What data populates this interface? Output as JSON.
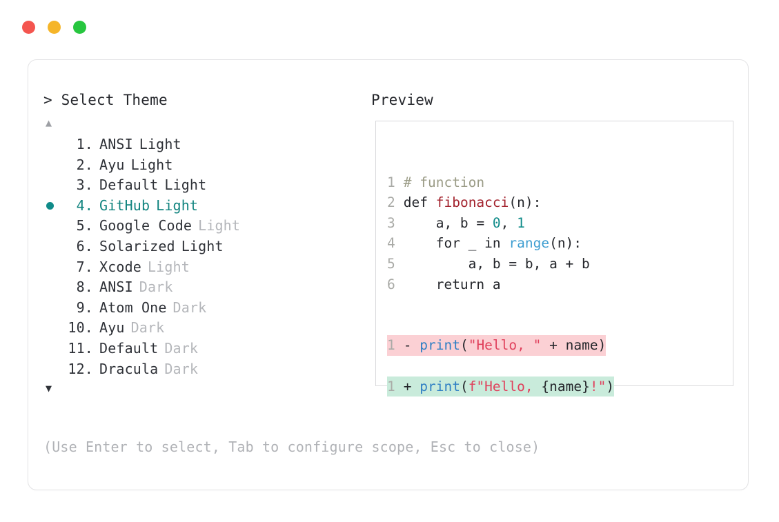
{
  "window": {
    "dots": [
      {
        "name": "close-dot",
        "color": "#f4554f"
      },
      {
        "name": "minimize-dot",
        "color": "#f5b529"
      },
      {
        "name": "maximize-dot",
        "color": "#27c63f"
      }
    ]
  },
  "header": {
    "prompt": "> Select Theme",
    "preview_label": "Preview"
  },
  "list": {
    "scroll_up_icon": "▲",
    "scroll_down_icon": "▼",
    "selected_index": 4,
    "selected_bullet": "●",
    "items": [
      {
        "index": "1.",
        "name": "ANSI",
        "suffix": "Light",
        "dim_suffix": false,
        "selected": false
      },
      {
        "index": "2.",
        "name": "Ayu",
        "suffix": "Light",
        "dim_suffix": false,
        "selected": false
      },
      {
        "index": "3.",
        "name": "Default",
        "suffix": "Light",
        "dim_suffix": false,
        "selected": false
      },
      {
        "index": "4.",
        "name": "GitHub",
        "suffix": "Light",
        "dim_suffix": false,
        "selected": true
      },
      {
        "index": "5.",
        "name": "Google Code",
        "suffix": "Light",
        "dim_suffix": true,
        "selected": false
      },
      {
        "index": "6.",
        "name": "Solarized",
        "suffix": "Light",
        "dim_suffix": false,
        "selected": false
      },
      {
        "index": "7.",
        "name": "Xcode",
        "suffix": "Light",
        "dim_suffix": true,
        "selected": false
      },
      {
        "index": "8.",
        "name": "ANSI",
        "suffix": "Dark",
        "dim_suffix": true,
        "selected": false
      },
      {
        "index": "9.",
        "name": "Atom One",
        "suffix": "Dark",
        "dim_suffix": true,
        "selected": false
      },
      {
        "index": "10.",
        "name": "Ayu",
        "suffix": "Dark",
        "dim_suffix": true,
        "selected": false
      },
      {
        "index": "11.",
        "name": "Default",
        "suffix": "Dark",
        "dim_suffix": true,
        "selected": false
      },
      {
        "index": "12.",
        "name": "Dracula",
        "suffix": "Dark",
        "dim_suffix": true,
        "selected": false
      }
    ]
  },
  "hint": "(Use Enter to select, Tab to configure scope, Esc to close)",
  "preview": {
    "code_lines": [
      {
        "ln": "1",
        "text": "# function"
      },
      {
        "ln": "2",
        "text": "def fibonacci(n):"
      },
      {
        "ln": "3",
        "text": "    a, b = 0, 1"
      },
      {
        "ln": "4",
        "text": "    for _ in range(n):"
      },
      {
        "ln": "5",
        "text": "        a, b = b, a + b"
      },
      {
        "ln": "6",
        "text": "    return a"
      }
    ],
    "diff_lines": [
      {
        "ln": "1",
        "sign": "-",
        "text": "print(\"Hello, \" + name)",
        "kind": "deleted"
      },
      {
        "ln": "1",
        "sign": "+",
        "text": "print(f\"Hello, {name}!\")",
        "kind": "added"
      }
    ],
    "tokens": {
      "line1_comment": "# function",
      "line2_kw": "def",
      "line2_fn": "fibonacci",
      "line2_rest": "(n):",
      "line3_a": "    a, b = ",
      "line3_zero": "0",
      "line3_comma": ", ",
      "line3_one": "1",
      "line4_a": "    for _ in ",
      "line4_builtin": "range",
      "line4_rest": "(n):",
      "line5": "        a, b = b, a + b",
      "line6": "    return a",
      "del_call": "print",
      "del_open": "(",
      "del_str": "\"Hello, \"",
      "del_mid": " + name",
      "del_close": ")",
      "add_call": "print",
      "add_open": "(",
      "add_str_a": "f\"Hello, ",
      "add_brace": "{name}",
      "add_bang": "!",
      "add_quote": "\"",
      "add_close": ")"
    }
  },
  "colors": {
    "accent_teal": "#0f8b89",
    "diff_deleted_bg": "#fbd0d4",
    "diff_added_bg": "#c9ebdb",
    "dim_text": "#b4b6ba",
    "body_text": "#2f3238",
    "border": "#e3e3e5"
  }
}
